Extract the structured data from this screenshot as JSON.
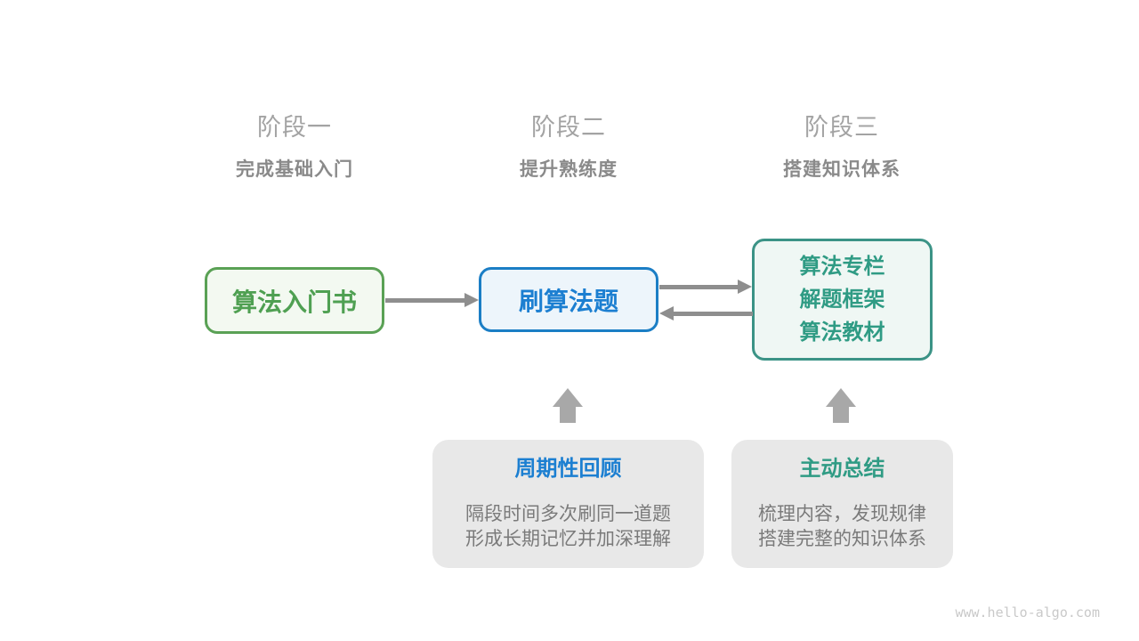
{
  "stages": [
    {
      "title": "阶段一",
      "subtitle": "完成基础入门"
    },
    {
      "title": "阶段二",
      "subtitle": "提升熟练度"
    },
    {
      "title": "阶段三",
      "subtitle": "搭建知识体系"
    }
  ],
  "nodes": {
    "beginner_book": {
      "label": "算法入门书"
    },
    "practice_problems": {
      "label": "刷算法题"
    },
    "knowledge_resources": {
      "lines": [
        "算法专栏",
        "解题框架",
        "算法教材"
      ]
    }
  },
  "callouts": [
    {
      "title": "周期性回顾",
      "line1": "隔段时间多次刷同一道题",
      "line2": "形成长期记忆并加深理解"
    },
    {
      "title": "主动总结",
      "line1": "梳理内容，发现规律",
      "line2": "搭建完整的知识体系"
    }
  ],
  "watermark": "www.hello-algo.com",
  "colors": {
    "stage_title": "#a3a3a3",
    "stage_subtitle": "#8a8a8a",
    "green_border": "#5aa155",
    "green_fill": "#f3f9f1",
    "green_text": "#4fa052",
    "blue_border": "#1b7ec5",
    "blue_fill": "#edf5fb",
    "blue_text": "#1c7fd1",
    "teal_border": "#3b9386",
    "teal_fill": "#eff7f4",
    "teal_text": "#2f9b84",
    "callout_fill": "#e8e8e8",
    "callout_body_text": "#7a7a7a",
    "flow_arrow": "#8e8e8e",
    "up_arrow": "#a8a8a8",
    "watermark_text": "#c9c9c9"
  }
}
